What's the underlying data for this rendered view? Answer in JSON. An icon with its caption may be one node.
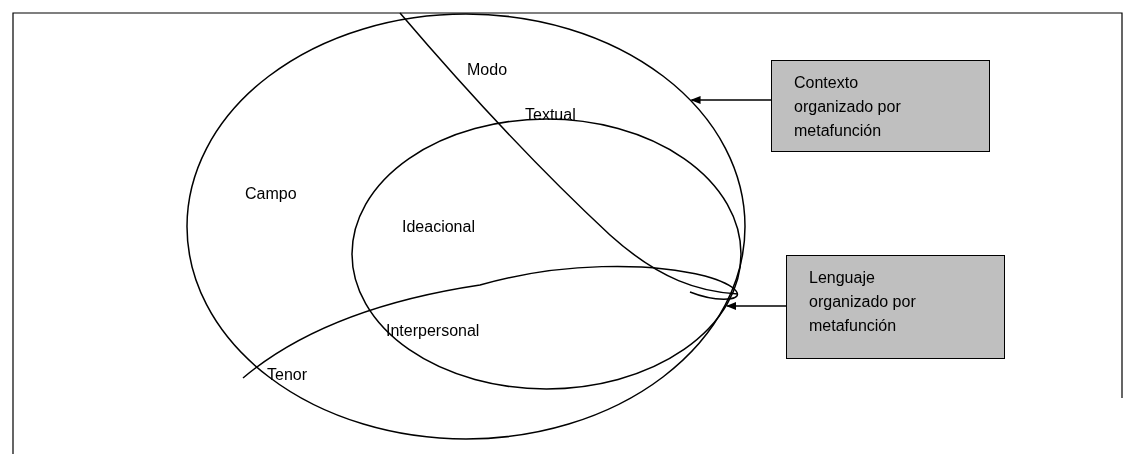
{
  "diagram": {
    "nodes": [
      {
        "text": [
          "Modo",
          "Campo",
          "Tenor"
        ]
      },
      {
        "text": [
          "Textual",
          "Ideacional",
          "Interpersonal"
        ],
        "in": 0
      },
      {
        "text": [
          "Contexto organizado por metafunción"
        ]
      },
      {
        "text": [
          "Lenguaje organizado por metafunción"
        ]
      }
    ],
    "edges": [
      {
        "from": 2,
        "to": 0,
        "arrow": "to"
      },
      {
        "from": 3,
        "to": 1,
        "arrow": "to"
      }
    ]
  }
}
